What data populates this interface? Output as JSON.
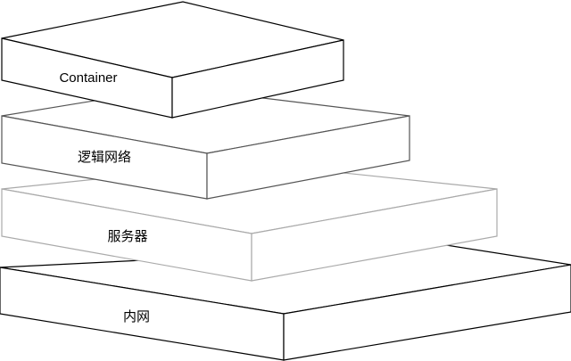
{
  "diagram": {
    "layers": [
      {
        "id": "intranet",
        "label": "内网",
        "stroke": "#000000"
      },
      {
        "id": "server",
        "label": "服务器",
        "stroke": "#aaaaaa"
      },
      {
        "id": "logical-network",
        "label": "逻辑网络",
        "stroke": "#555555"
      },
      {
        "id": "container",
        "label": "Container",
        "stroke": "#000000"
      }
    ]
  }
}
